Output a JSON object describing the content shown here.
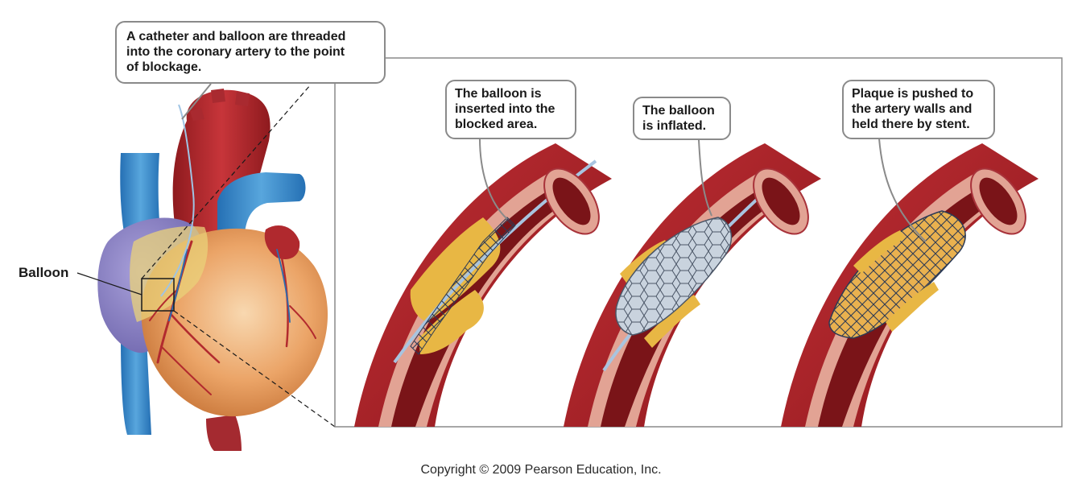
{
  "callouts": {
    "catheter": "A catheter and balloon are threaded\ninto the coronary artery to the point\nof blockage.",
    "inserted": "The balloon is\ninserted into the\nblocked area.",
    "inflated": "The balloon\nis inflated.",
    "stent": "Plaque is pushed to\nthe artery walls and\nheld there by stent."
  },
  "labels": {
    "balloon": "Balloon"
  },
  "copyright": "Copyright © 2009 Pearson Education, Inc.",
  "colors": {
    "artery_outer": "#b7262c",
    "artery_dark": "#7a1418",
    "artery_wall": "#e2a394",
    "plaque": "#e8b744",
    "vein_blue": "#3b8fcf",
    "atrium_purple": "#8f86c9",
    "ventricle_orange": "#e9a25f",
    "stent_mesh": "#2c3a55",
    "balloon_silver": "#c9d3de",
    "frame_border": "#8a8a8a"
  }
}
